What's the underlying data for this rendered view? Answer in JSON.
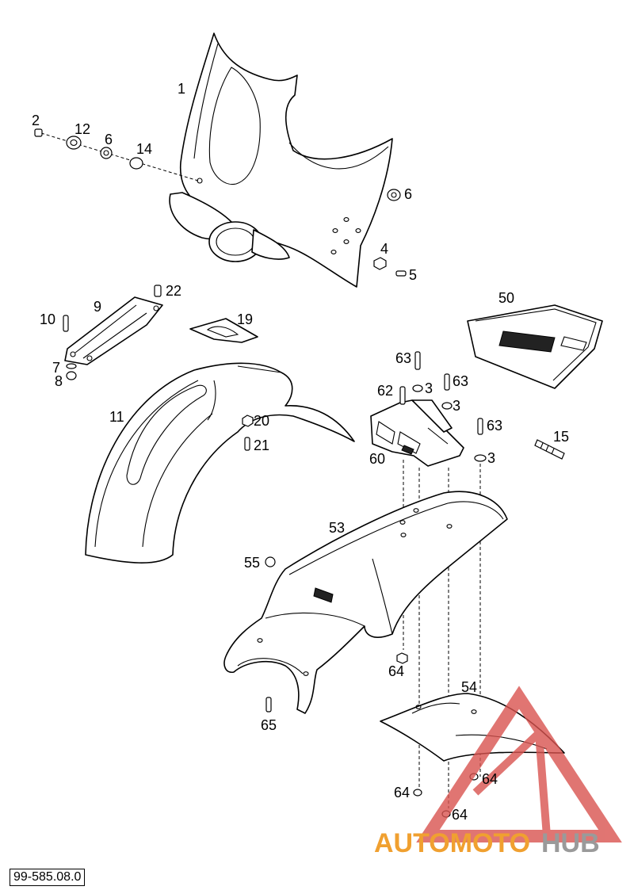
{
  "diagram": {
    "callouts": [
      "1",
      "2",
      "12",
      "6",
      "14",
      "6",
      "4",
      "5",
      "22",
      "9",
      "10",
      "7",
      "8",
      "19",
      "50",
      "63",
      "62",
      "3",
      "63",
      "3",
      "63",
      "3",
      "60",
      "15",
      "11",
      "20",
      "21",
      "53",
      "55",
      "64",
      "65",
      "54",
      "64",
      "64",
      "64"
    ],
    "drawing_number": "99-585.08.0"
  },
  "watermark": {
    "brand_part1": "AUTOMOTO",
    "brand_part2": "HUB",
    "color_red": "#d9534f",
    "color_orange": "#f0a030",
    "color_gray": "#9a9a9a"
  }
}
